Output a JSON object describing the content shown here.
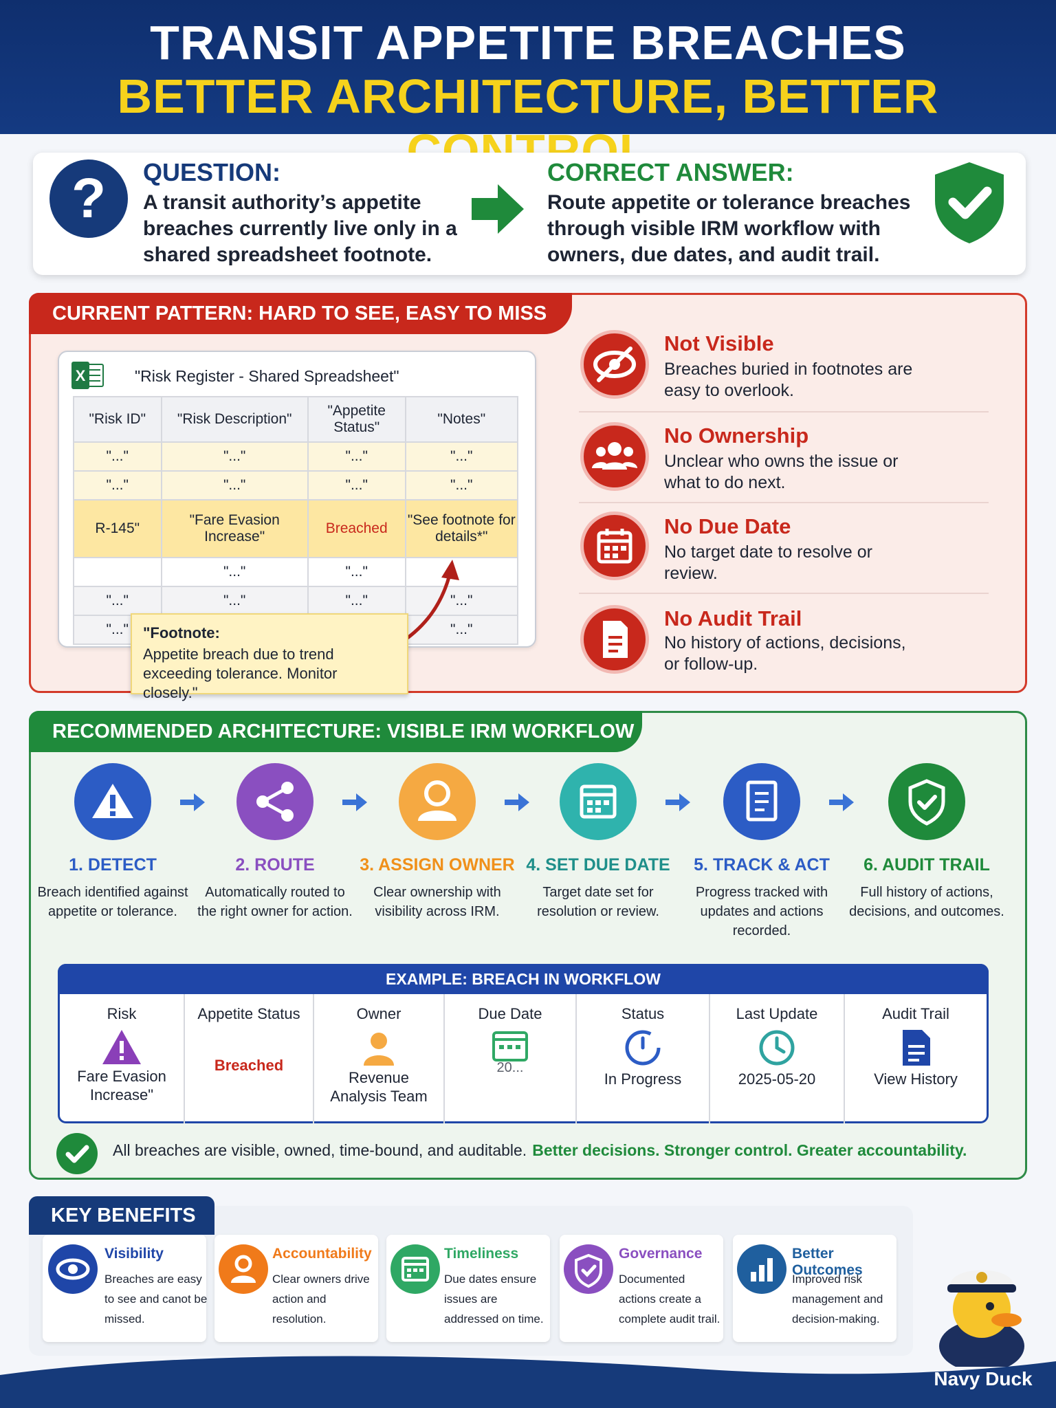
{
  "header": {
    "title": "TRANSIT APPETITE BREACHES",
    "subtitle": "BETTER ARCHITECTURE, BETTER CONTROL"
  },
  "question": {
    "label": "QUESTION:",
    "text": "A transit authority’s appetite breaches currently live only in a shared spreadsheet footnote."
  },
  "answer": {
    "label": "CORRECT ANSWER:",
    "text": "Route appetite or tolerance breaches through visible IRM workflow with owners, due dates, and audit trail."
  },
  "current": {
    "tab": "CURRENT PATTERN: HARD TO SEE, EASY TO MISS",
    "sheet_title": "\"Risk Register - Shared Spreadsheet\"",
    "columns": [
      "\"Risk ID\"",
      "\"Risk Description\"",
      "\"Appetite Status\"",
      "\"Notes\""
    ],
    "ellipsis": "\"...\"",
    "breach_row": {
      "id": "R-145\"",
      "desc": "\"Fare Evasion Increase\"",
      "status": "Breached",
      "notes": "\"See footnote for details*\""
    },
    "footnote": {
      "title": "\"Footnote:",
      "text": "Appetite breach due to trend exceeding tolerance. Monitor closely.\""
    },
    "issues": [
      {
        "icon": "eye-off-icon",
        "title": "Not Visible",
        "text": "Breaches buried in footnotes are easy to overlook."
      },
      {
        "icon": "people-icon",
        "title": "No Ownership",
        "text": "Unclear who owns the issue or what to do next."
      },
      {
        "icon": "calendar-icon",
        "title": "No Due Date",
        "text": "No target date to resolve or review."
      },
      {
        "icon": "document-icon",
        "title": "No Audit Trail",
        "text": "No history of actions, decisions, or follow-up."
      }
    ]
  },
  "recommended": {
    "tab": "RECOMMENDED ARCHITECTURE: VISIBLE IRM WORKFLOW",
    "steps": [
      {
        "icon": "warning-icon",
        "color": "#2c5cc5",
        "title": "1. DETECT",
        "text": "Breach identified against appetite or tolerance."
      },
      {
        "icon": "route-icon",
        "color": "#8a4fc0",
        "title": "2. ROUTE",
        "text": "Automatically routed to the right owner for action."
      },
      {
        "icon": "person-icon",
        "color": "#f5a942",
        "title": "3. ASSIGN OWNER",
        "text": "Clear ownership with visibility across IRM."
      },
      {
        "icon": "calendar-icon",
        "color": "#2fb3ad",
        "title": "4. SET DUE DATE",
        "text": "Target date set for resolution or review."
      },
      {
        "icon": "checklist-icon",
        "color": "#2c5cc5",
        "title": "5. TRACK & ACT",
        "text": "Progress tracked with updates and actions recorded."
      },
      {
        "icon": "shield-check-icon",
        "color": "#1f8a3b",
        "title": "6. AUDIT TRAIL",
        "text": "Full history of actions, decisions, and outcomes."
      }
    ],
    "example": {
      "title": "EXAMPLE: BREACH IN WORKFLOW",
      "columns": [
        {
          "header": "Risk",
          "value": "Fare Evasion Increase\""
        },
        {
          "header": "Appetite Status",
          "value": "Breached"
        },
        {
          "header": "Owner",
          "value": "Revenue Analysis Team"
        },
        {
          "header": "Due Date",
          "value": "20..."
        },
        {
          "header": "Status",
          "value": "In Progress"
        },
        {
          "header": "Last Update",
          "value": "2025-05-20"
        },
        {
          "header": "Audit Trail",
          "value": "View History"
        }
      ]
    },
    "summary": "All breaches are visible, owned, time-bound, and auditable.",
    "summary_highlight": "Better decisions. Stronger control. Greater accountability."
  },
  "benefits": {
    "tab": "KEY BENEFITS",
    "items": [
      {
        "icon": "eye-icon",
        "color": "#1f46a8",
        "title": "Visibility",
        "text": "Breaches are easy to see and canot be missed."
      },
      {
        "icon": "person-icon",
        "color": "#f07a1a",
        "title": "Accountability",
        "text": "Clear owners drive action and resolution."
      },
      {
        "icon": "calendar-icon",
        "color": "#2fa864",
        "title": "Timeliness",
        "text": "Due dates ensure issues are addressed on time."
      },
      {
        "icon": "shield-check-icon",
        "color": "#8a4fc0",
        "title": "Governance",
        "text": "Documented actions create a complete audit trail."
      },
      {
        "icon": "bar-chart-icon",
        "color": "#1f5f9e",
        "title": "Better Outcomes",
        "text": "Improved risk management and decision-making."
      }
    ]
  },
  "mascot": {
    "label": "Navy Duck"
  },
  "colors": {
    "navy": "#163a7a",
    "yellow": "#f6d21c",
    "red": "#c8281c",
    "green": "#1f8a3b",
    "blue": "#1f46a8"
  }
}
